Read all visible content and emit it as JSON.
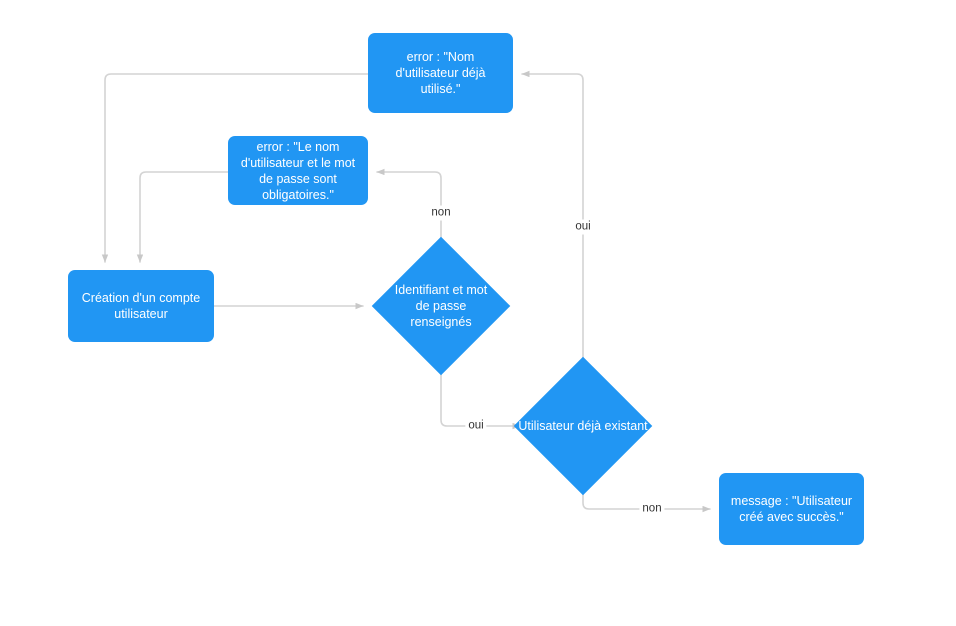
{
  "diagram": {
    "type": "flowchart",
    "title": "",
    "theme": {
      "node_fill": "#2196f3",
      "node_text": "#ffffff",
      "edge_stroke": "#d0d0d0",
      "edge_label_text": "#333333",
      "background": "#ffffff"
    },
    "nodes": [
      {
        "id": "error_username_taken",
        "shape": "rounded-rect",
        "label": "error : \"Nom d'utilisateur déjà utilisé.\""
      },
      {
        "id": "error_required",
        "shape": "rounded-rect",
        "label": "error : \"Le nom d'utilisateur et le mot de passe sont obligatoires.\""
      },
      {
        "id": "creation_compte",
        "shape": "rounded-rect",
        "label": "Création d'un compte utilisateur"
      },
      {
        "id": "decision_identifiant",
        "shape": "diamond",
        "label": "Identifiant et mot de passe renseignés"
      },
      {
        "id": "decision_existant",
        "shape": "diamond",
        "label": "Utilisateur déjà existant"
      },
      {
        "id": "message_success",
        "shape": "rounded-rect",
        "label": "message : \"Utilisateur créé avec succès.\""
      }
    ],
    "edges": [
      {
        "id": "e1",
        "from": "creation_compte",
        "to": "decision_identifiant",
        "label": ""
      },
      {
        "id": "e2",
        "from": "decision_identifiant",
        "to": "error_required",
        "label": "non"
      },
      {
        "id": "e3",
        "from": "decision_identifiant",
        "to": "decision_existant",
        "label": "oui"
      },
      {
        "id": "e4",
        "from": "decision_existant",
        "to": "error_username_taken",
        "label": "oui"
      },
      {
        "id": "e5",
        "from": "decision_existant",
        "to": "message_success",
        "label": "non"
      },
      {
        "id": "e6",
        "from": "error_username_taken",
        "to": "creation_compte",
        "label": ""
      },
      {
        "id": "e7",
        "from": "error_required",
        "to": "creation_compte",
        "label": ""
      }
    ]
  }
}
